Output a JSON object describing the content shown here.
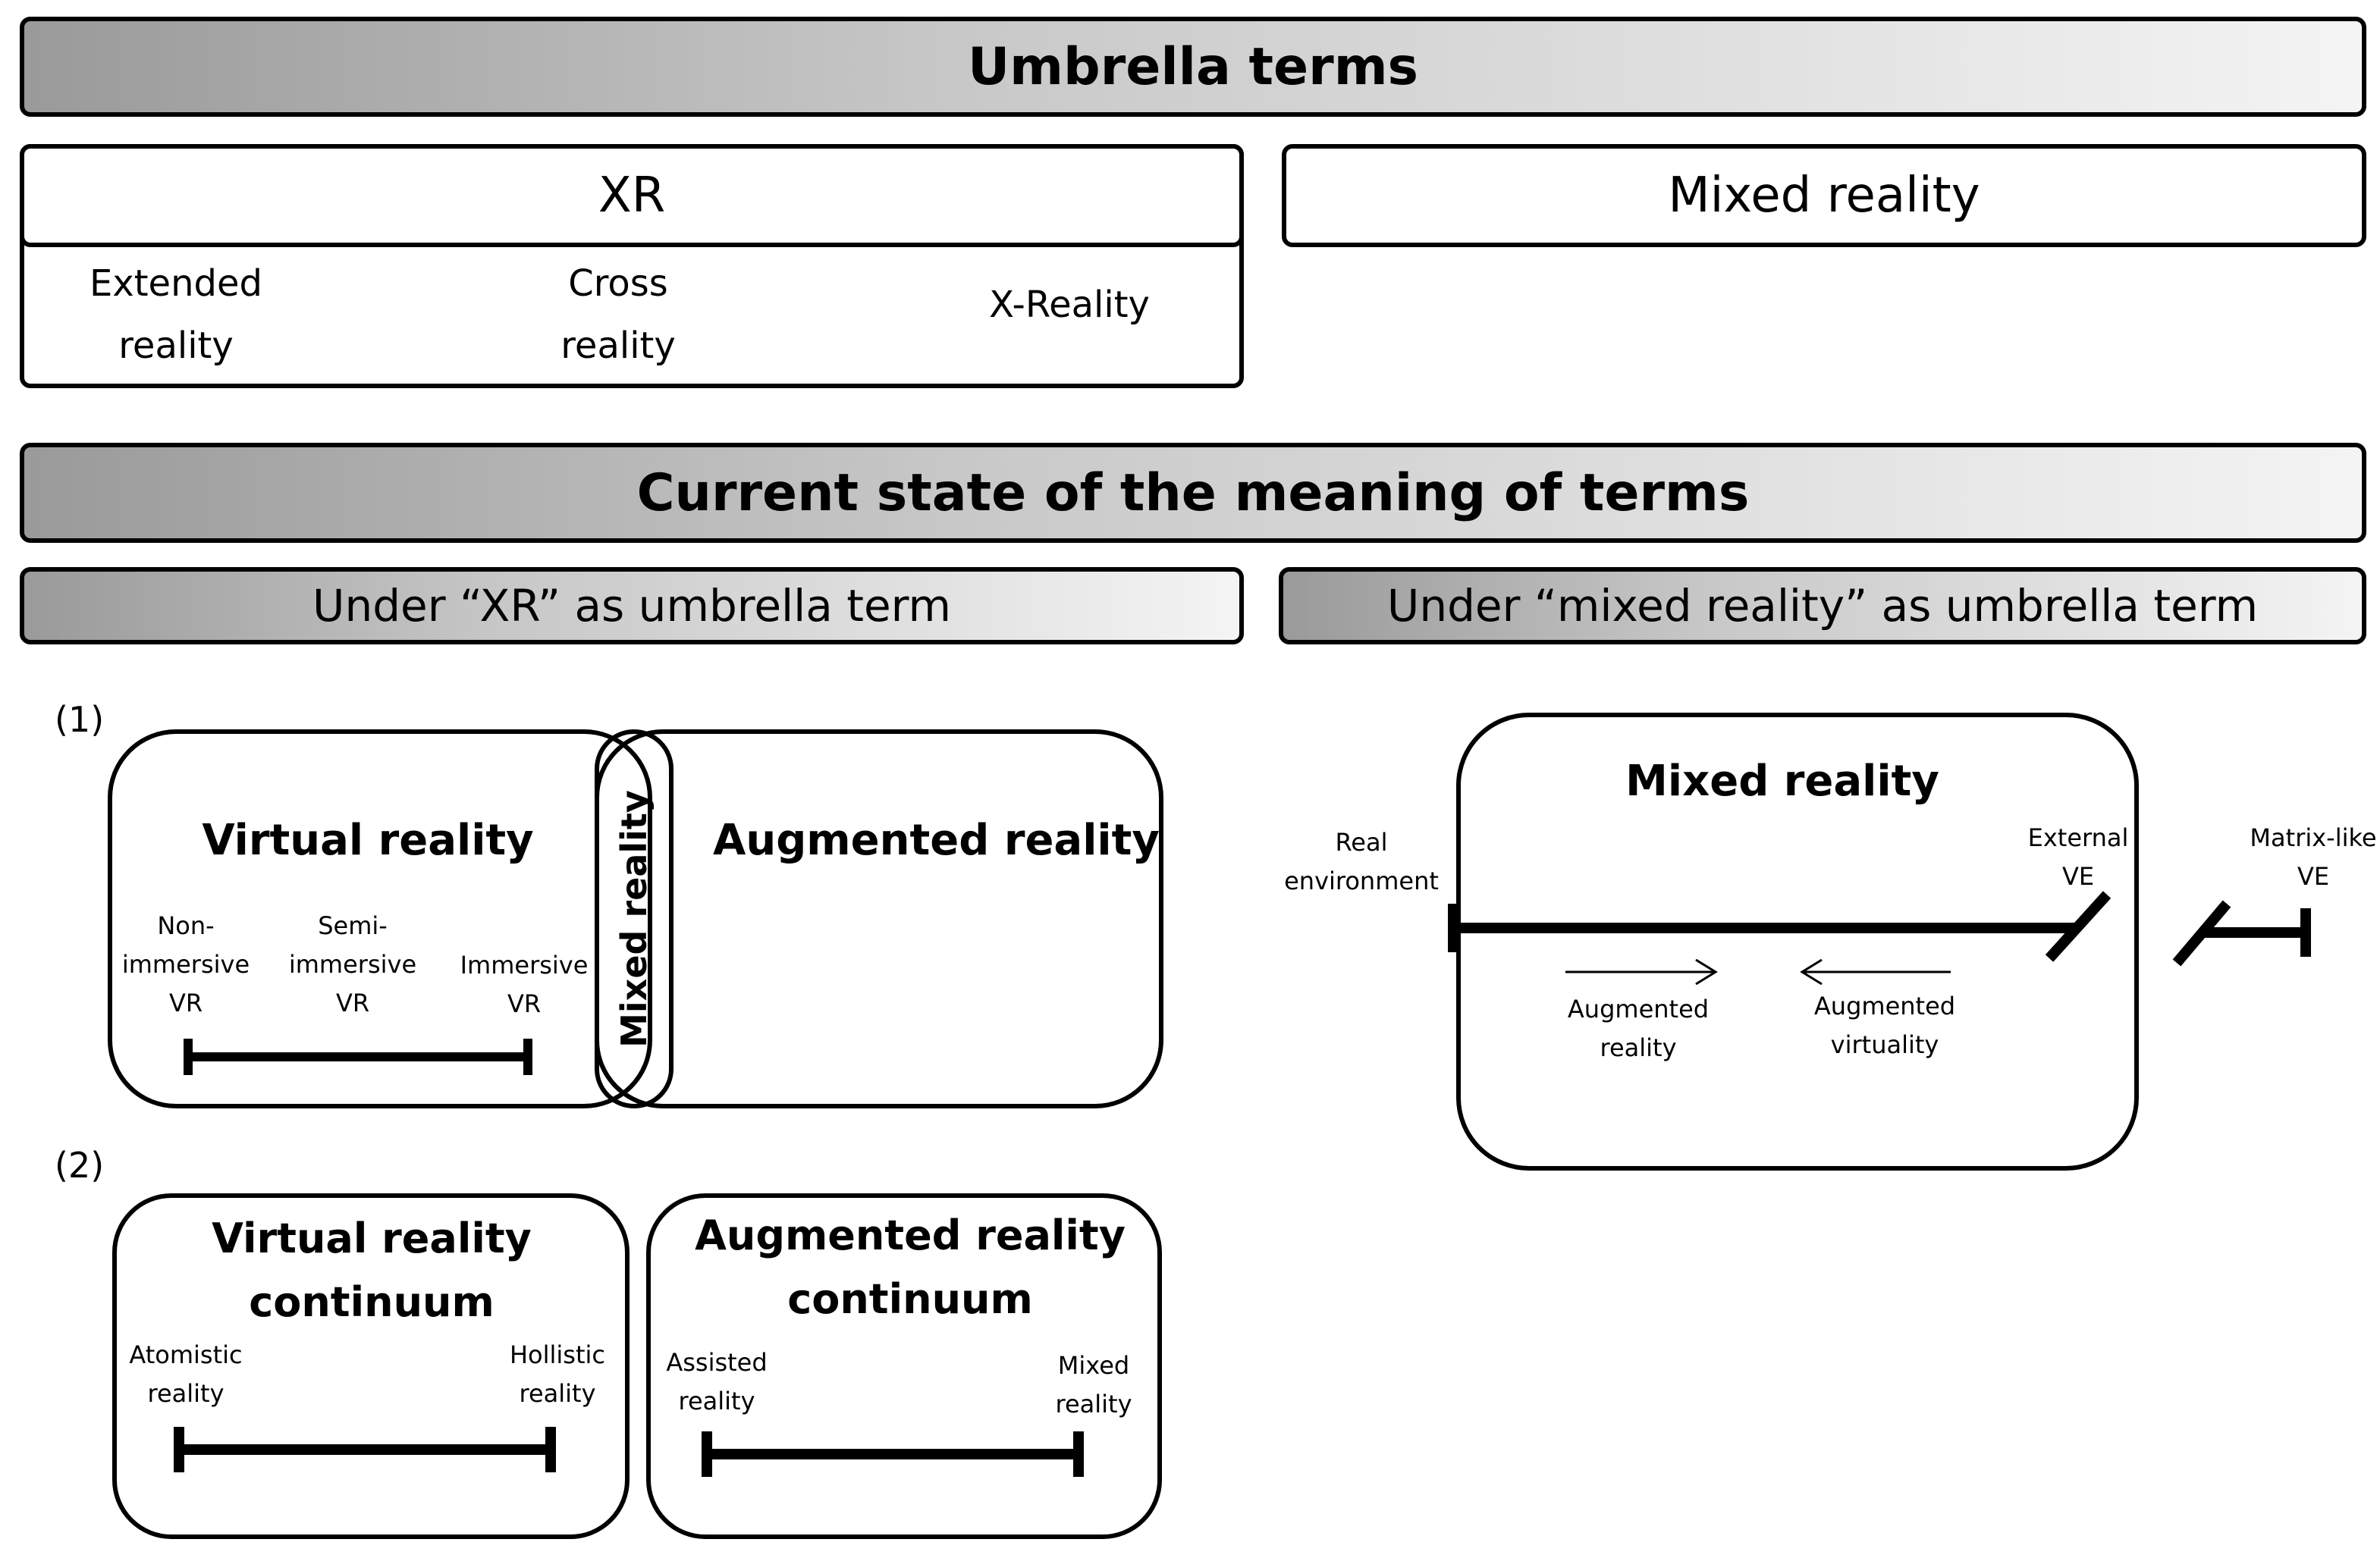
{
  "umbrella": {
    "title": "Umbrella terms",
    "xr": {
      "label": "XR",
      "expansions": [
        "Extended reality",
        "Cross reality",
        "X-Reality"
      ]
    },
    "mixed_reality": {
      "label": "Mixed reality"
    }
  },
  "current_state": {
    "title": "Current state of the meaning of terms",
    "left_heading": "Under “XR” as umbrella term",
    "right_heading": "Under “mixed reality” as umbrella term"
  },
  "model1": {
    "number": "(1)",
    "vr_title": "Virtual reality",
    "mr_label": "Mixed reality",
    "ar_title": "Augmented reality",
    "scale": [
      {
        "line1": "Non-",
        "line2": "immersive",
        "line3": "VR"
      },
      {
        "line1": "Semi-",
        "line2": "immersive",
        "line3": "VR"
      },
      {
        "line1": "Immersive",
        "line2": "VR"
      }
    ]
  },
  "model2": {
    "number": "(2)",
    "vr_title_1": "Virtual reality",
    "vr_title_2": "continuum",
    "vr_left_1": "Atomistic",
    "vr_left_2": "reality",
    "vr_right_1": "Hollistic",
    "vr_right_2": "reality",
    "ar_title_1": "Augmented reality",
    "ar_title_2": "continuum",
    "ar_left_1": "Assisted",
    "ar_left_2": "reality",
    "ar_right_1": "Mixed",
    "ar_right_2": "reality"
  },
  "mr_model": {
    "title": "Mixed reality",
    "real_env_1": "Real",
    "real_env_2": "environment",
    "external_ve_1": "External",
    "external_ve_2": "VE",
    "matrix_ve_1": "Matrix-like",
    "matrix_ve_2": "VE",
    "ar_1": "Augmented",
    "ar_2": "reality",
    "av_1": "Augmented",
    "av_2": "virtuality"
  }
}
